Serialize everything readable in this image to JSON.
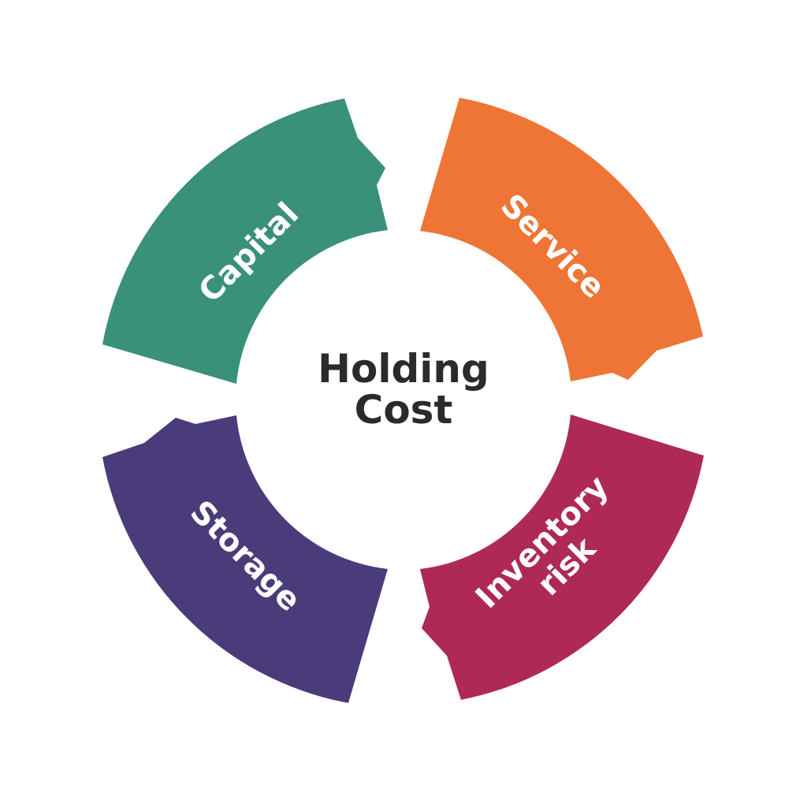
{
  "diagram": {
    "type": "segmented-ring",
    "center": {
      "line1": "Holding",
      "line2": "Cost"
    },
    "segments": [
      {
        "id": "capital",
        "label": "Capital",
        "color": "#3a9179",
        "position": "top-left"
      },
      {
        "id": "service",
        "label": "Service",
        "color": "#ee7536",
        "position": "top-right"
      },
      {
        "id": "inventory-risk",
        "label_line1": "Inventory",
        "label_line2": "risk",
        "color": "#ae2a55",
        "position": "bottom-right"
      },
      {
        "id": "storage",
        "label": "Storage",
        "color": "#4a3c7b",
        "position": "bottom-left"
      }
    ],
    "center_text_color": "#2b2b2b",
    "background": "#ffffff"
  }
}
